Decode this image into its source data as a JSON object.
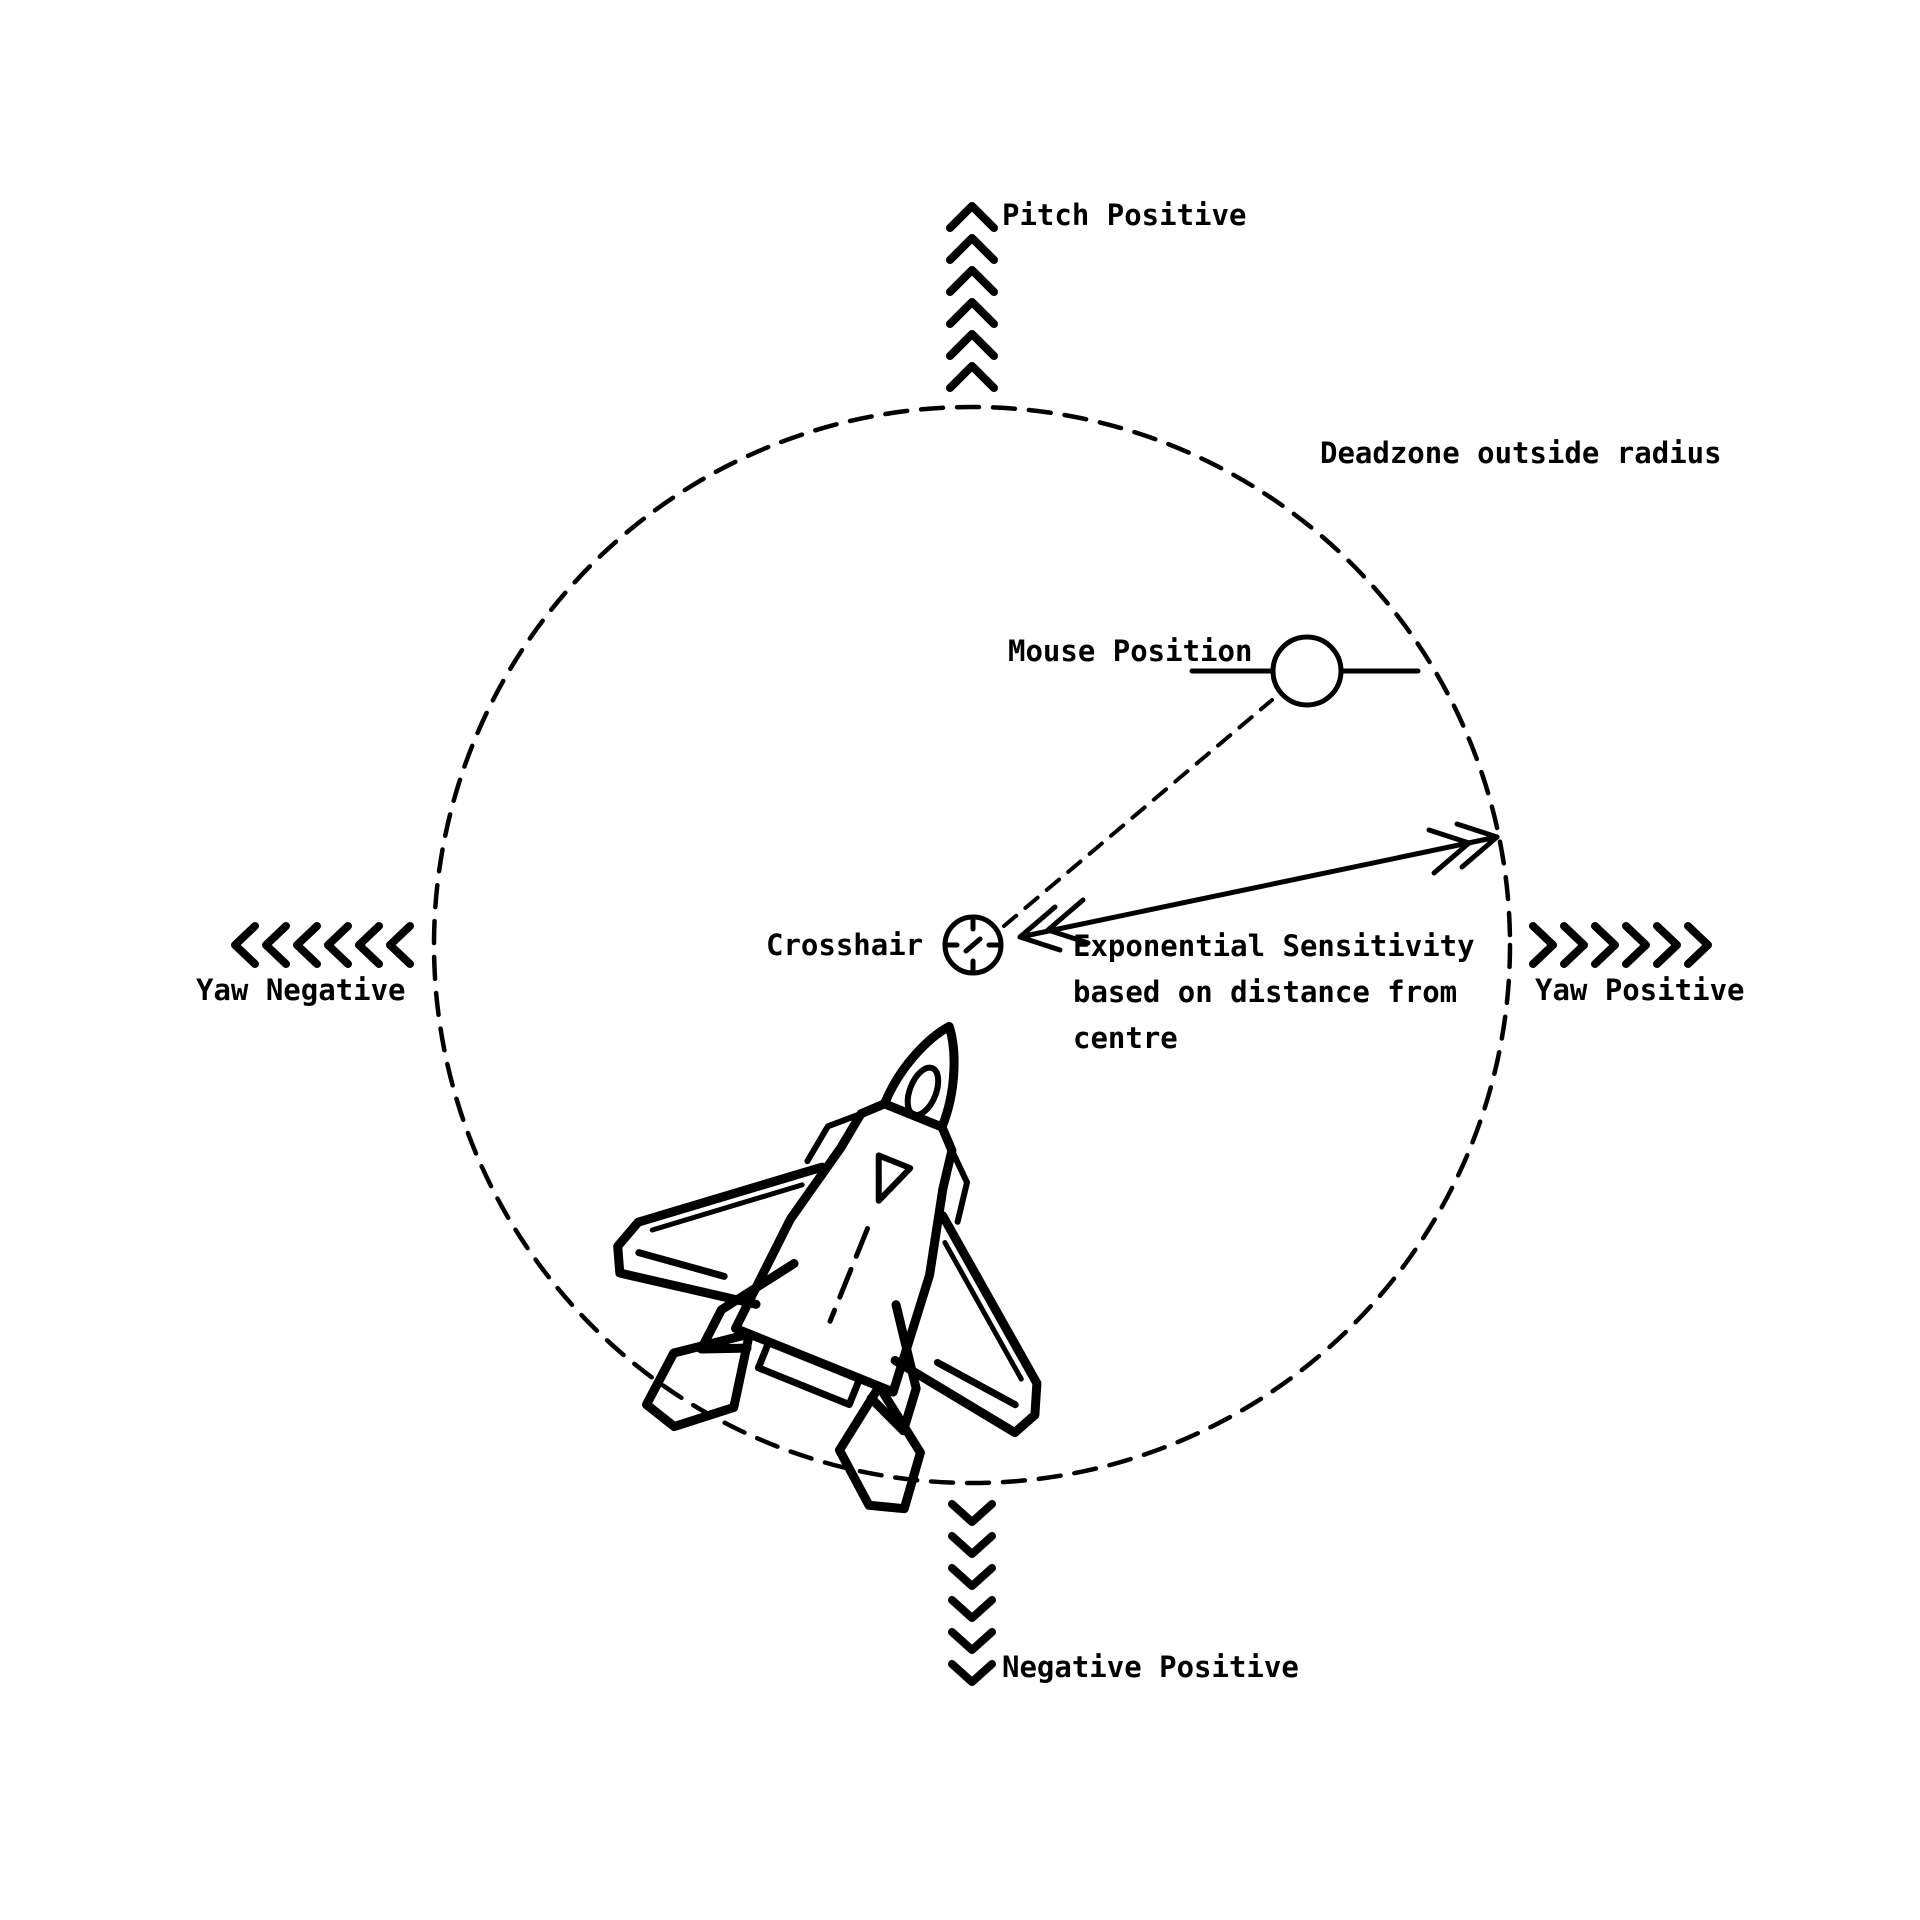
{
  "labels": {
    "pitch_positive": "Pitch Positive",
    "pitch_negative": "Negative Positive",
    "yaw_negative": "Yaw Negative",
    "yaw_positive": "Yaw Positive",
    "deadzone": "Deadzone outside radius",
    "mouse_position": "Mouse Position",
    "crosshair": "Crosshair",
    "sensitivity_lines": [
      "Exponential Sensitivity",
      "based on distance from",
      "centre"
    ]
  },
  "icons": {
    "crosshair": "crosshair-icon",
    "mouse": "mouse-position-icon",
    "aircraft": "fighter-jet-icon",
    "arrows_up": "chevron-up-icon",
    "arrows_down": "chevron-down-icon",
    "arrows_left": "chevron-left-icon",
    "arrows_right": "chevron-right-icon"
  },
  "colors": {
    "ink": "#000000",
    "background": "#ffffff"
  }
}
